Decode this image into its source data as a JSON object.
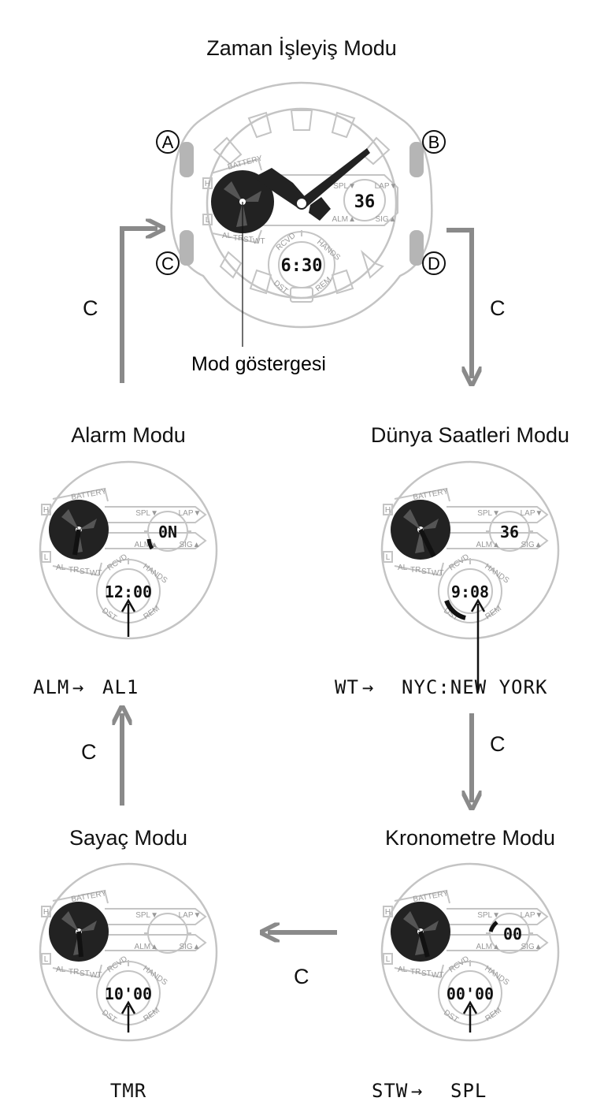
{
  "modes": {
    "timekeeping": {
      "title": "Zaman İşleyiş Modu",
      "upper_display": "36",
      "lower_display": "6:30"
    },
    "alarm": {
      "title": "Alarm Modu",
      "upper_display": "0N",
      "lower_display": "12:00"
    },
    "world_time": {
      "title": "Dünya Saatleri Modu",
      "upper_display": "36",
      "lower_display": "9:08"
    },
    "timer": {
      "title": "Sayaç Modu",
      "upper_display": "",
      "lower_display": "10'00"
    },
    "stopwatch": {
      "title": "Kronometre Modu",
      "upper_display": "00",
      "lower_display": "00'00"
    }
  },
  "buttons": {
    "a": "A",
    "b": "B",
    "c": "C",
    "d": "D"
  },
  "mode_indicator_label": "Mod göstergesi",
  "flow_label": "C",
  "sequences": {
    "alarm": {
      "from": "ALM",
      "arrow": "→",
      "to": "AL1"
    },
    "world_time": {
      "from": "WT",
      "arrow": "→",
      "to": "NYC:NEW YORK"
    },
    "timer": {
      "label": "TMR"
    },
    "stopwatch": {
      "from": "STW",
      "arrow": "→",
      "to": "SPL"
    }
  },
  "dial_labels": {
    "battery": "BATTERY",
    "high": "H",
    "low": "L",
    "al": "AL",
    "tr": "TR",
    "st": "ST",
    "wt": "WT",
    "spl": "SPL▼",
    "lap": "LAP▼",
    "alm": "ALM▲",
    "sig": "SIG▲",
    "rcvd": "RCVD",
    "hands": "HANDS",
    "dst": "DST",
    "rem": "REM"
  },
  "colors": {
    "outline": "#c4c4c4",
    "flow_arrow": "#8a8a8a",
    "ink": "#111111",
    "button": "#b5b5b5"
  }
}
